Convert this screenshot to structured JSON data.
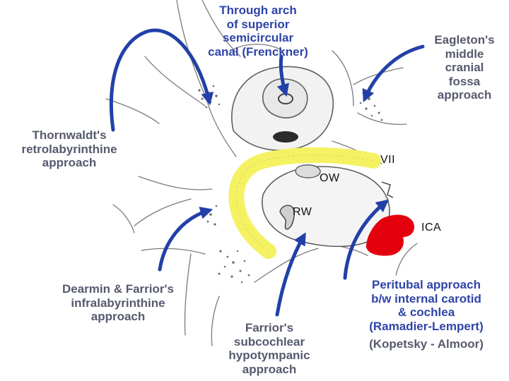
{
  "labels": {
    "frenckner": "Through arch\nof superior\nsemicircular\ncanal (Frenckner)",
    "eagleton": "Eagleton's\nmiddle\ncranial\nfossa\napproach",
    "thornwaldt": "Thornwaldt's\nretrolabyrinthine\napproach",
    "dearmin": "Dearmin & Farrior's\ninfralabyrinthine\napproach",
    "farrior_subcochlear": "Farrior's\nsubcochlear\nhypotympanic\napproach",
    "peritubal": "Peritubal approach\nb/w internal carotid\n& cochlea\n(Ramadier-Lempert)",
    "kopetsky": "(Kopetsky - Almoor)"
  },
  "structures": {
    "facial_nerve": "VII",
    "oval_window": "OW",
    "round_window": "RW",
    "internal_carotid": "ICA"
  },
  "colors": {
    "arrow": "#2240a8",
    "facial_nerve": "#f4f262",
    "carotid": "#e4000d",
    "label_gray": "#555a6e",
    "label_blue": "#2e44a8"
  }
}
